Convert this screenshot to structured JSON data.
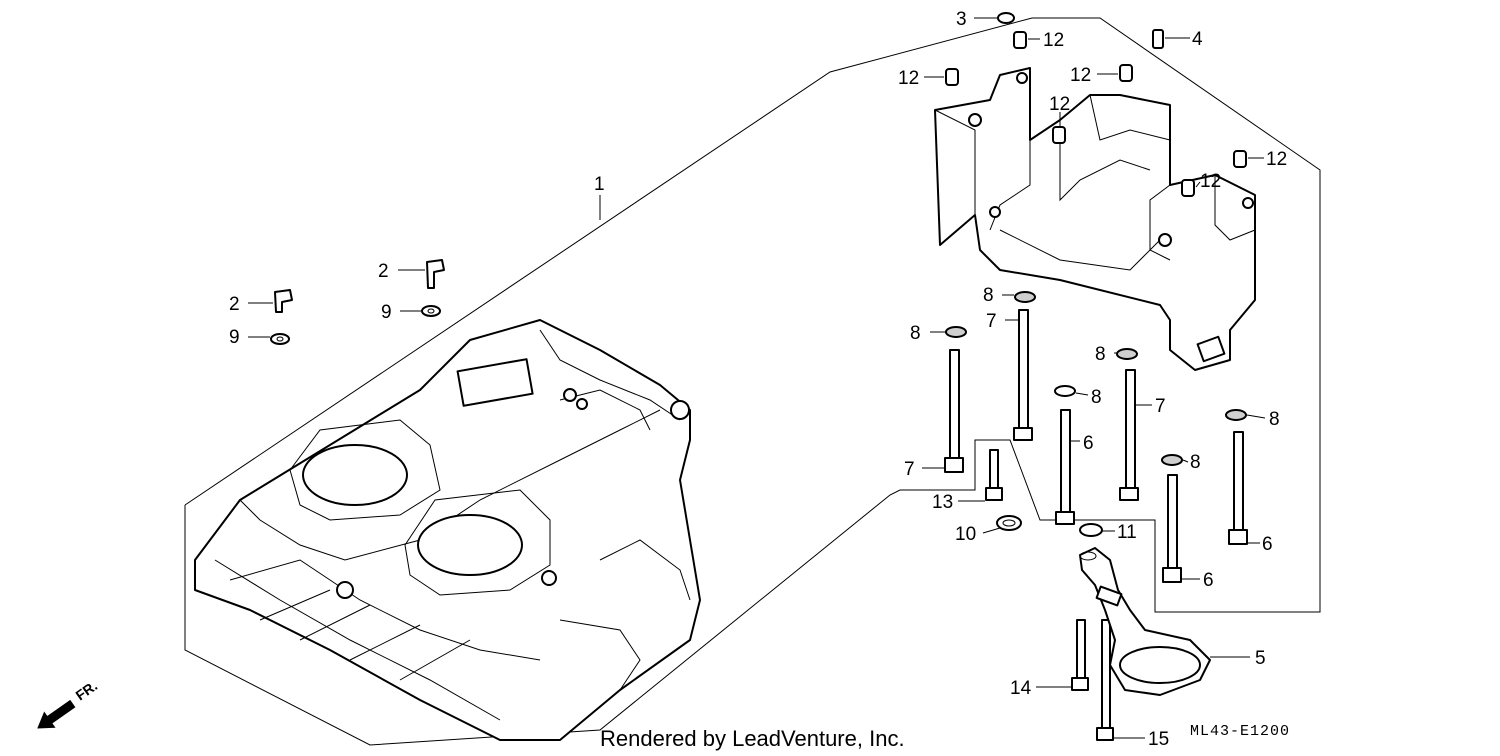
{
  "callouts": [
    {
      "label": "1"
    },
    {
      "label": "2"
    },
    {
      "label": "2"
    },
    {
      "label": "9"
    },
    {
      "label": "9"
    },
    {
      "label": "3"
    },
    {
      "label": "4"
    },
    {
      "label": "12"
    },
    {
      "label": "12"
    },
    {
      "label": "12"
    },
    {
      "label": "12"
    },
    {
      "label": "12"
    },
    {
      "label": "12"
    },
    {
      "label": "8"
    },
    {
      "label": "8"
    },
    {
      "label": "8"
    },
    {
      "label": "8"
    },
    {
      "label": "8"
    },
    {
      "label": "8"
    },
    {
      "label": "7"
    },
    {
      "label": "7"
    },
    {
      "label": "7"
    },
    {
      "label": "6"
    },
    {
      "label": "6"
    },
    {
      "label": "6"
    },
    {
      "label": "13"
    },
    {
      "label": "10"
    },
    {
      "label": "11"
    },
    {
      "label": "5"
    },
    {
      "label": "14"
    },
    {
      "label": "15"
    }
  ],
  "footer": {
    "credit": "Rendered by LeadVenture, Inc.",
    "code": "ML43-E1200"
  },
  "direction": {
    "label": "FR."
  }
}
